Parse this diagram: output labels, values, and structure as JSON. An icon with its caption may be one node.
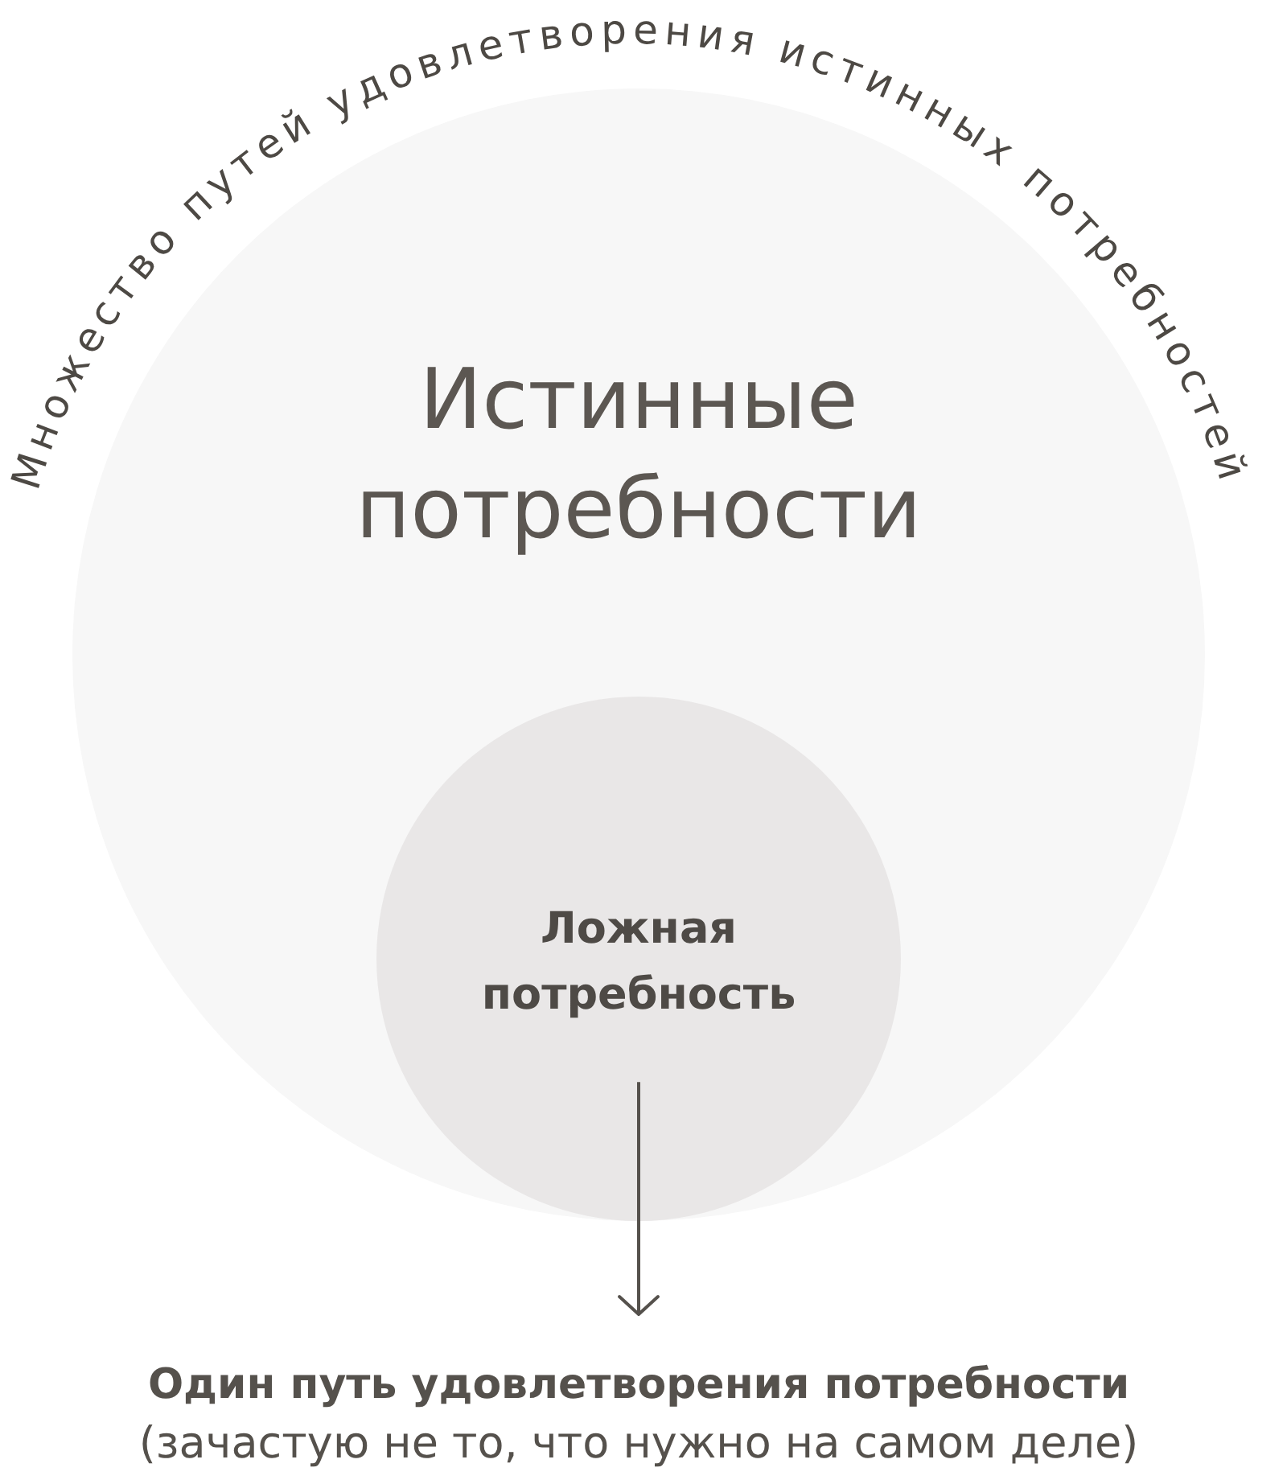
{
  "diagram": {
    "nodes": [
      {
        "text": [
          "Истинные потребности"
        ],
        "beside": [
          "Множество путей удовлетворения истинных потребностей"
        ]
      },
      {
        "text": [
          "Ложная потребность"
        ],
        "in": 0
      },
      {
        "text": [
          "Один путь удовлетворения потребности",
          "(зачастую не то, что нужно на самом деле)"
        ]
      }
    ],
    "edges": [
      {
        "from": 1,
        "to": 2,
        "arrow": "to"
      }
    ]
  }
}
